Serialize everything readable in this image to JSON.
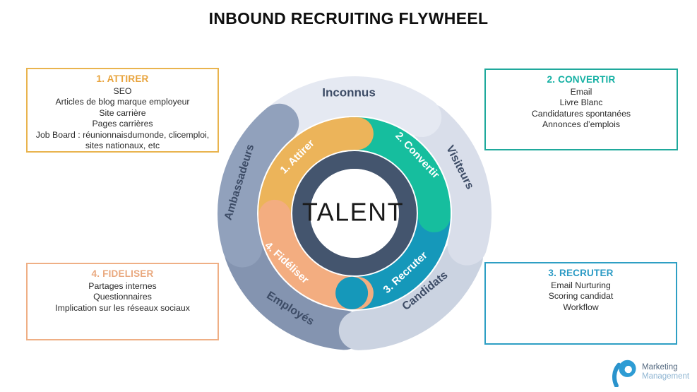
{
  "title": "INBOUND RECRUITING FLYWHEEL",
  "flywheel": {
    "center_label": "TALENT",
    "inner_ring_color": "#44556E",
    "ring_segments": [
      {
        "label": "1. Attirer",
        "color": "#ECB45A"
      },
      {
        "label": "2. Convertir",
        "color": "#16BE9E"
      },
      {
        "label": "3. Recruter",
        "color": "#1598BA"
      },
      {
        "label": "4. Fidéliser",
        "color": "#F3AD80"
      }
    ],
    "audience_stages": [
      {
        "label": "Inconnus",
        "color": "#E5E9F2"
      },
      {
        "label": "Visiteurs",
        "color": "#D9DEEA"
      },
      {
        "label": "Candidats",
        "color": "#CBD3E1"
      },
      {
        "label": "Employés",
        "color": "#8494B0"
      },
      {
        "label": "Ambassadeurs",
        "color": "#91A1BC"
      }
    ]
  },
  "boxes": [
    {
      "title": "1. ATTIRER",
      "title_color": "#E8A33C",
      "border_color": "#E9B44E",
      "items": [
        "SEO",
        "Articles de blog marque employeur",
        "Site carrière",
        "Pages carrières",
        "Job Board : réunionnaisdumonde,  clicemploi, sites nationaux, etc"
      ]
    },
    {
      "title": "2. CONVERTIR",
      "title_color": "#12AFA2",
      "border_color": "#1FA99C",
      "items": [
        "Email",
        "Livre Blanc",
        "Candidatures spontanées",
        "Annonces d’emplois"
      ]
    },
    {
      "title": "3. RECRUTER",
      "title_color": "#2A9AC4",
      "border_color": "#2E9FC4",
      "items": [
        "Email Nurturing",
        "Scoring candidat",
        "Workflow"
      ]
    },
    {
      "title": "4. FIDELISER",
      "title_color": "#E9A87E",
      "border_color": "#EFAF85",
      "items": [
        "Partages internes",
        "Questionnaires",
        "Implication sur les réseaux sociaux"
      ]
    }
  ],
  "logo": {
    "line1": "Marketing",
    "line2": "Management"
  }
}
